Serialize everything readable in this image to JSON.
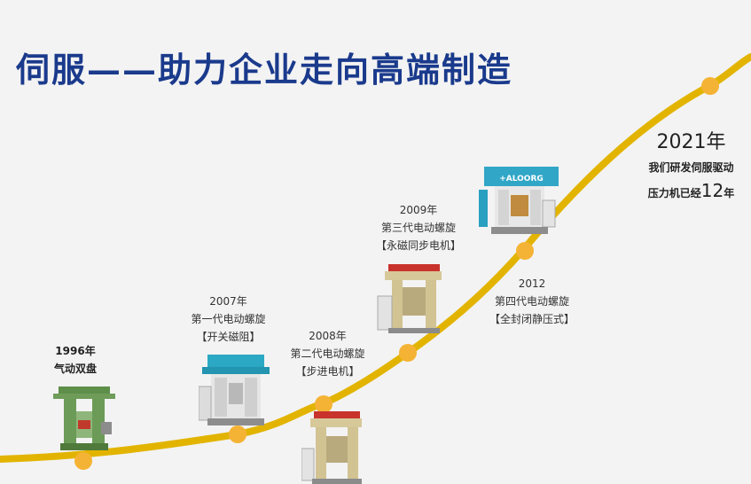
{
  "title": "伺服——助力企业走向高端制造",
  "colors": {
    "title": "#1a3a8c",
    "curve": "#e2b400",
    "dot": "#f5b335"
  },
  "milestones": [
    {
      "year": "1996年",
      "line1": "气动双盘",
      "line2": ""
    },
    {
      "year": "2007年",
      "line1": "第一代电动螺旋",
      "line2": "【开关磁阻】"
    },
    {
      "year": "2008年",
      "line1": "第二代电动螺旋",
      "line2": "【步进电机】"
    },
    {
      "year": "2009年",
      "line1": "第三代电动螺旋",
      "line2": "【永磁同步电机】"
    },
    {
      "year": "2012",
      "line1": "第四代电动螺旋",
      "line2": "【全封闭静压式】"
    }
  ],
  "final": {
    "year": "2021年",
    "line1": "我们研发伺服驱动",
    "line2_prefix": "压力机已经",
    "number": "12",
    "line2_suffix": "年"
  },
  "machine_brand": "+ALOORG",
  "icons": [
    "press-machine-green",
    "press-machine-teal",
    "press-machine-red",
    "press-machine-cyan"
  ]
}
